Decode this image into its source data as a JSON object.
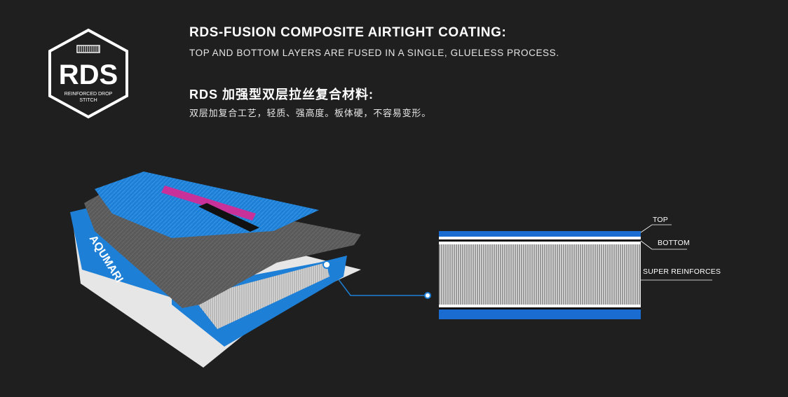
{
  "badge": {
    "title": "RDS",
    "subtitle_line1": "REINFORCED DROP",
    "subtitle_line2": "STITCH"
  },
  "section_en": {
    "heading": "RDS-FUSION COMPOSITE AIRTIGHT COATING:",
    "body": "TOP AND BOTTOM LAYERS ARE FUSED IN A SINGLE, GLUELESS PROCESS."
  },
  "section_cn": {
    "heading": "RDS 加强型双层拉丝复合材料:",
    "body": "双层加复合工艺，轻质、强高度。板体硬，不容易变形。"
  },
  "board": {
    "side_text": "AQUMARI",
    "colors": {
      "blue": "#1d7fd6",
      "grey": "#5a5a5a",
      "magenta": "#c8309a",
      "white": "#e6e6e6"
    }
  },
  "cross_section": {
    "labels": {
      "top": "TOP",
      "bottom": "BOTTOM",
      "super": "SUPER REINFORCES"
    },
    "colors": {
      "blue": "#1a6cd1",
      "white": "#ffffff",
      "black": "#111111"
    }
  }
}
